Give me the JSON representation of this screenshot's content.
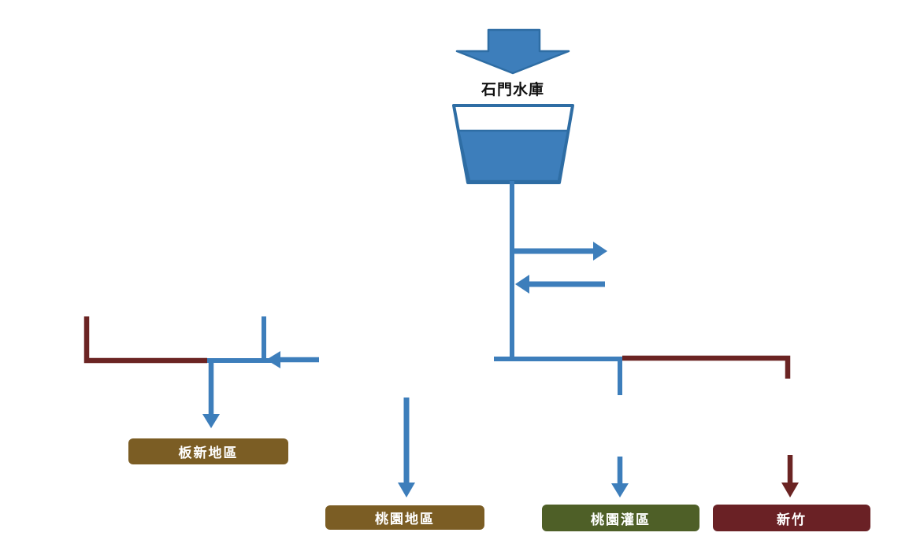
{
  "title": "石門水庫",
  "nodes": {
    "banxin": {
      "label": "板新地區"
    },
    "taoyuan": {
      "label": "桃園地區"
    },
    "irrigation": {
      "label": "桃園灌區"
    },
    "hsinchu": {
      "label": "新竹"
    }
  },
  "colors": {
    "flow-blue": "#3D7EBB",
    "flow-blue-dark": "#2E6DA4",
    "flow-red": "#6B2423",
    "box-brown": "#7B5D24",
    "box-green": "#4E5F27",
    "box-red": "#6A2125",
    "box-text": "#FFFFFF",
    "title-text": "#111111",
    "background": "#FFFFFF"
  }
}
